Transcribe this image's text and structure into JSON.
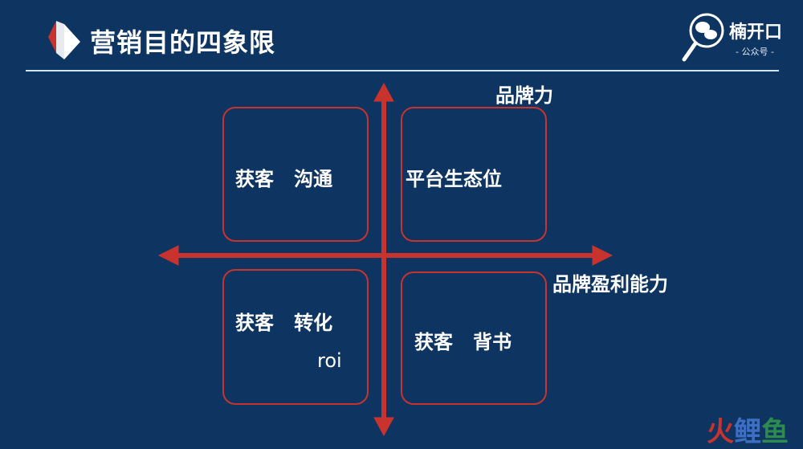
{
  "slide": {
    "title": "营销目的四象限"
  },
  "brand": {
    "name": "楠开口",
    "subtitle": "- 公众号 -"
  },
  "axes": {
    "y_label": "品牌力",
    "x_label": "品牌盈利能力"
  },
  "quadrants": {
    "top_left": "获客   沟通",
    "top_right": "平台生态位",
    "bottom_left": "获客   转化",
    "bottom_left_extra": "roi",
    "bottom_right": "获客   背书"
  },
  "watermark": {
    "text": "火鲤鱼"
  },
  "colors": {
    "background": "#0e3562",
    "accent": "#c8332e"
  }
}
